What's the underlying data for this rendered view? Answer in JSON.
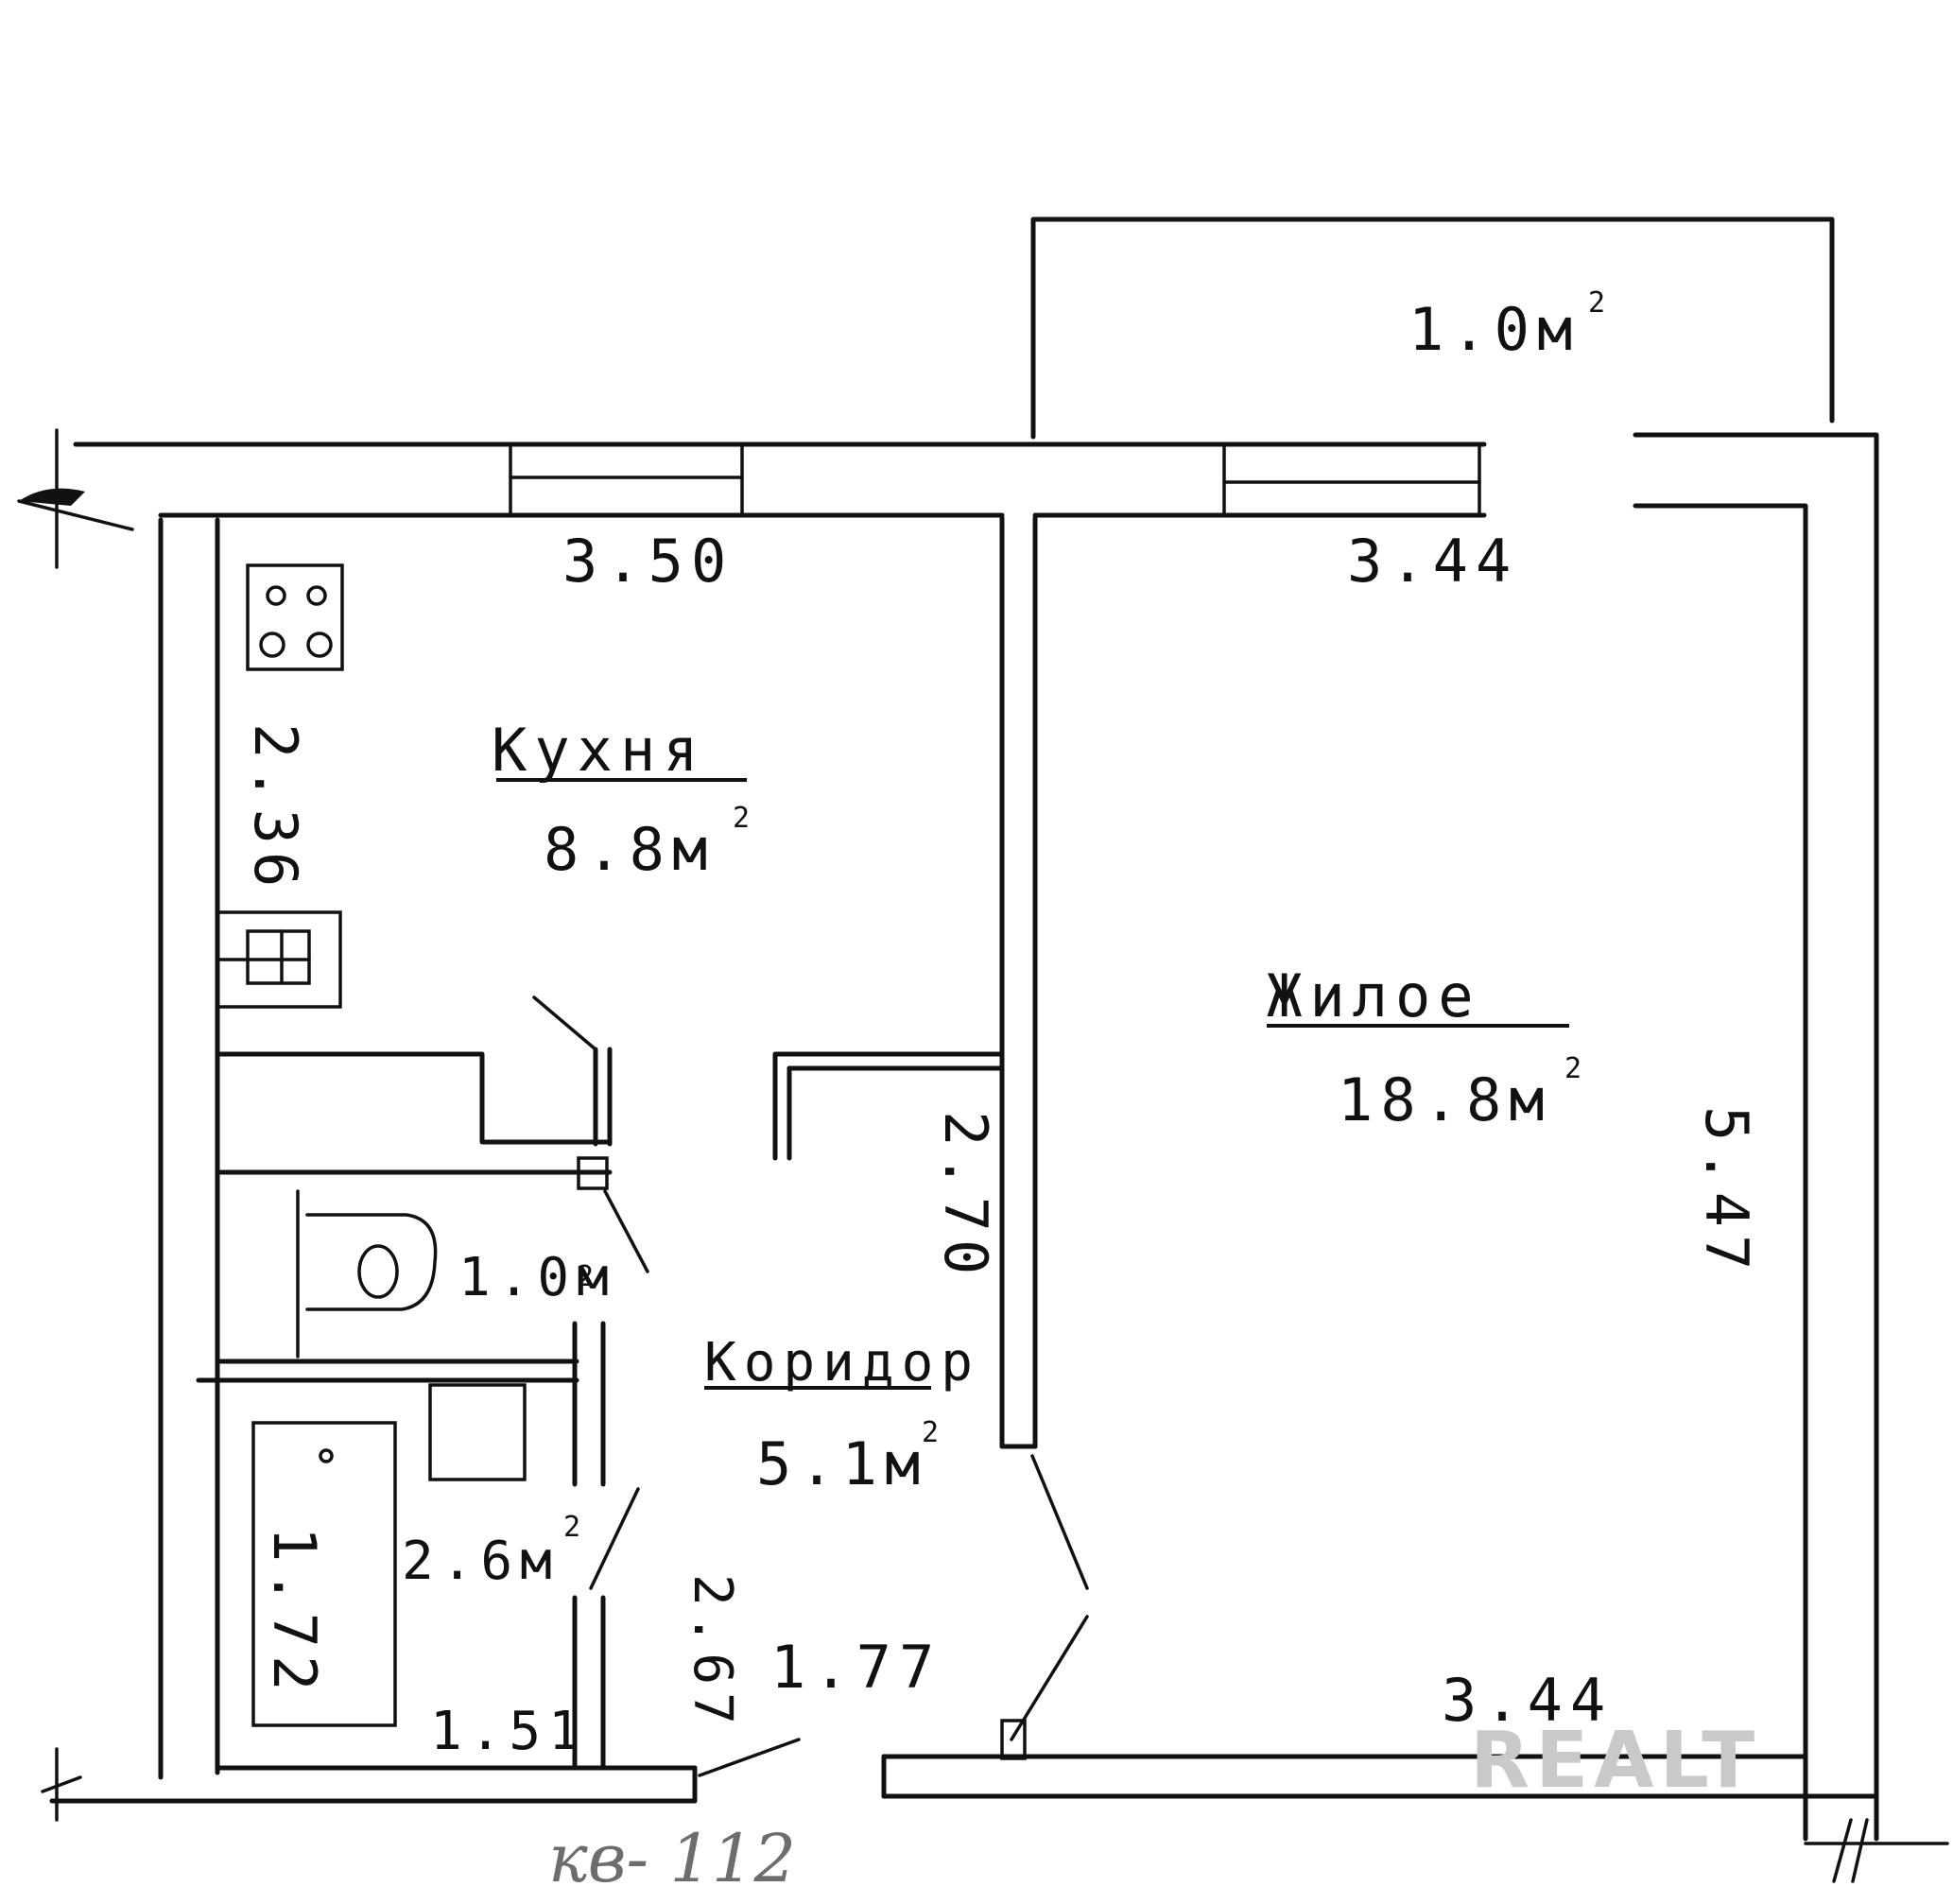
{
  "rooms": {
    "kitchen": {
      "name": "Кухня",
      "area": "8.8м",
      "sup": "2"
    },
    "living": {
      "name": "Жилое",
      "area": "18.8м",
      "sup": "2"
    },
    "corridor": {
      "name": "Коридор",
      "area": "5.1м",
      "sup": "2"
    },
    "toilet": {
      "area": "1.0м",
      "sup": "2"
    },
    "bathroom": {
      "area": "2.6м",
      "sup": "2"
    },
    "balcony": {
      "area": "1.0м",
      "sup": "2"
    }
  },
  "dimensions": {
    "kitchen_width": "3.50",
    "living_width_top": "3.44",
    "living_width_bottom": "3.44",
    "living_length": "5.47",
    "kitchen_length": "2.36",
    "corridor_length": "2.70",
    "bath_length": "1.72",
    "bath_width": "1.51",
    "bath_wall": "2.67",
    "corridor_width": "1.77"
  },
  "apartment_number": "кв- 112",
  "watermark": "REALT"
}
